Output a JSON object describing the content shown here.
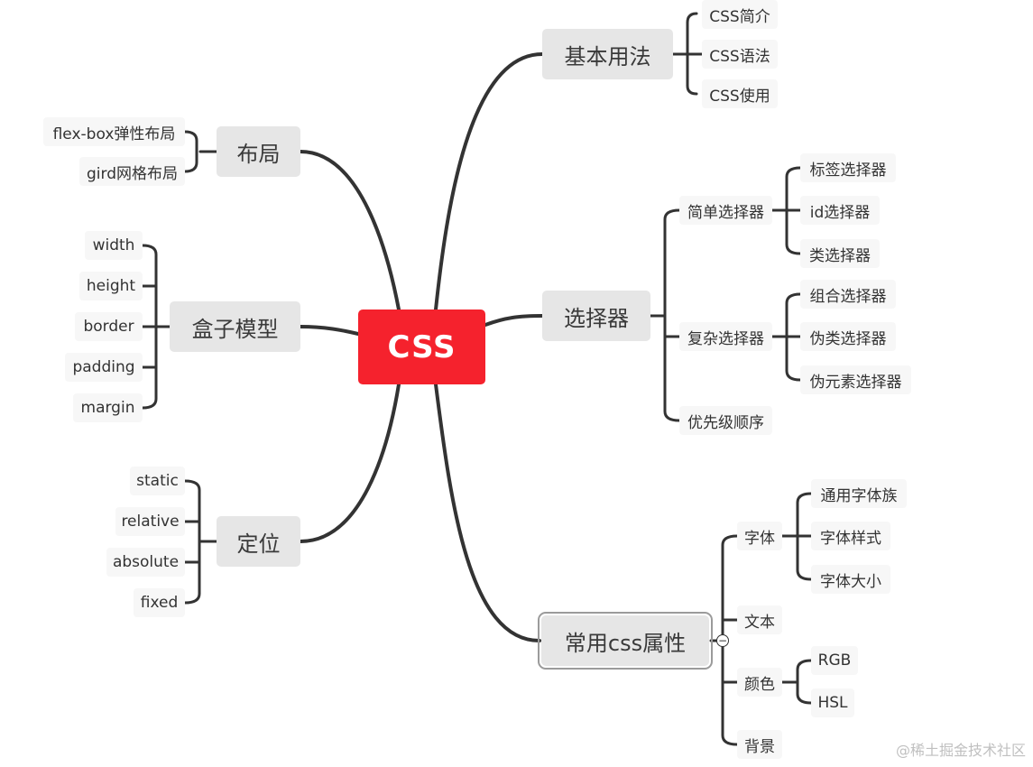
{
  "root": {
    "label": "CSS",
    "color": "#f5222d"
  },
  "branches": {
    "basic": {
      "label": "基本用法",
      "children": [
        "CSS简介",
        "CSS语法",
        "CSS使用"
      ]
    },
    "layout": {
      "label": "布局",
      "children": [
        "flex-box弹性布局",
        "gird网格布局"
      ]
    },
    "box": {
      "label": "盒子模型",
      "children": [
        "width",
        "height",
        "border",
        "padding",
        "margin"
      ]
    },
    "position": {
      "label": "定位",
      "children": [
        "static",
        "relative",
        "absolute",
        "fixed"
      ]
    },
    "selector": {
      "label": "选择器",
      "simple": {
        "label": "简单选择器",
        "children": [
          "标签选择器",
          "id选择器",
          "类选择器"
        ]
      },
      "complex": {
        "label": "复杂选择器",
        "children": [
          "组合选择器",
          "伪类选择器",
          "伪元素选择器"
        ]
      },
      "priority": {
        "label": "优先级顺序"
      }
    },
    "common": {
      "label": "常用css属性",
      "font": {
        "label": "字体",
        "children": [
          "通用字体族",
          "字体样式",
          "字体大小"
        ]
      },
      "text": {
        "label": "文本"
      },
      "color": {
        "label": "颜色",
        "children": [
          "RGB",
          "HSL"
        ]
      },
      "background": {
        "label": "背景"
      }
    }
  },
  "collapse_icon": "minus-circle-icon",
  "watermark": "@稀土掘金技术社区",
  "line_color": "#333333"
}
